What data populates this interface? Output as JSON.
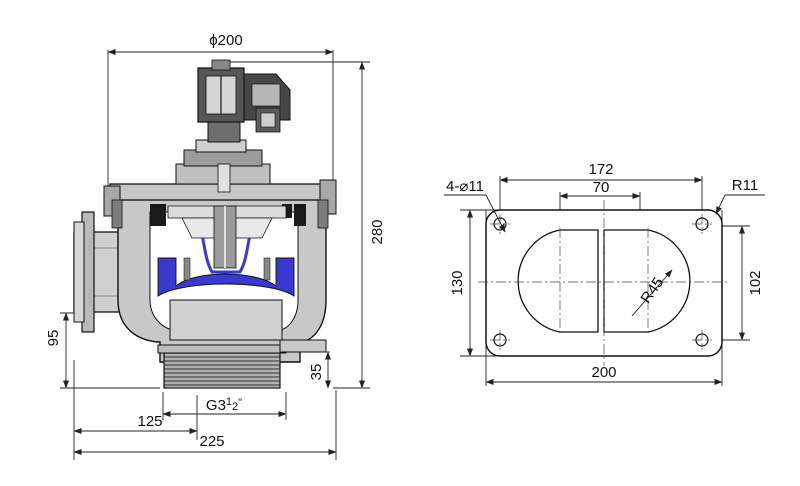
{
  "side_view": {
    "dims": {
      "top_diameter": "ϕ200",
      "height_total": "280",
      "height_port": "95",
      "thread_height": "35",
      "half_width": "125",
      "total_width": "225"
    },
    "thread_label": {
      "prefix": "G3",
      "numerator": "1",
      "denominator": "2",
      "suffix": "\""
    }
  },
  "flange_view": {
    "dims": {
      "hole_spacing": "172",
      "rib_width": "70",
      "corner_radius": "R11",
      "holes": "4-⌀",
      "hole_dia": "11",
      "height_outer": "130",
      "height_opening": "102",
      "opening_radius": "R45",
      "width_outer": "200"
    }
  },
  "colors": {
    "body_gray": "#c8c8c8",
    "dark_gray": "#5a5a5a",
    "diaphragm_blue": "#3a3ad0",
    "line": "#111111"
  }
}
